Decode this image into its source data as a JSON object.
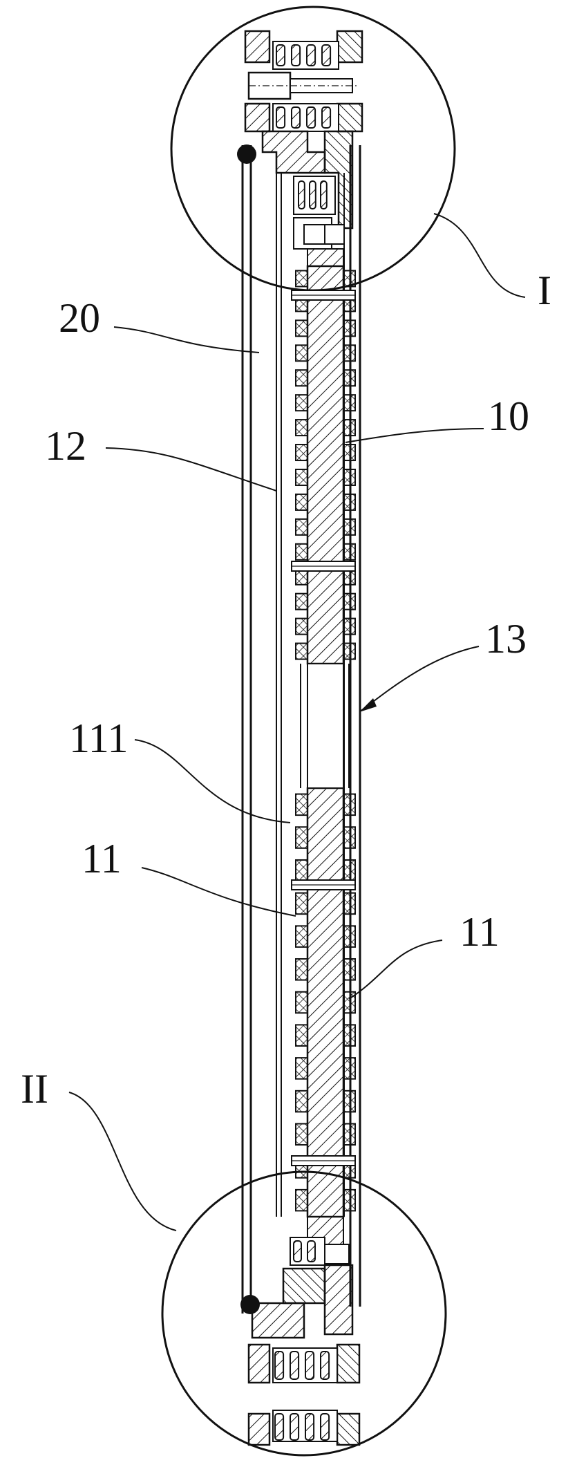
{
  "figure": {
    "labels": {
      "detail_top": "I",
      "detail_bottom": "II",
      "outer_tube": "20",
      "shaft": "10",
      "inner_tube": "12",
      "gap": "13",
      "groove": "111",
      "ring_left": "11",
      "ring_right": "11"
    },
    "ring_count_upper": 16,
    "ring_count_lower": 13
  }
}
